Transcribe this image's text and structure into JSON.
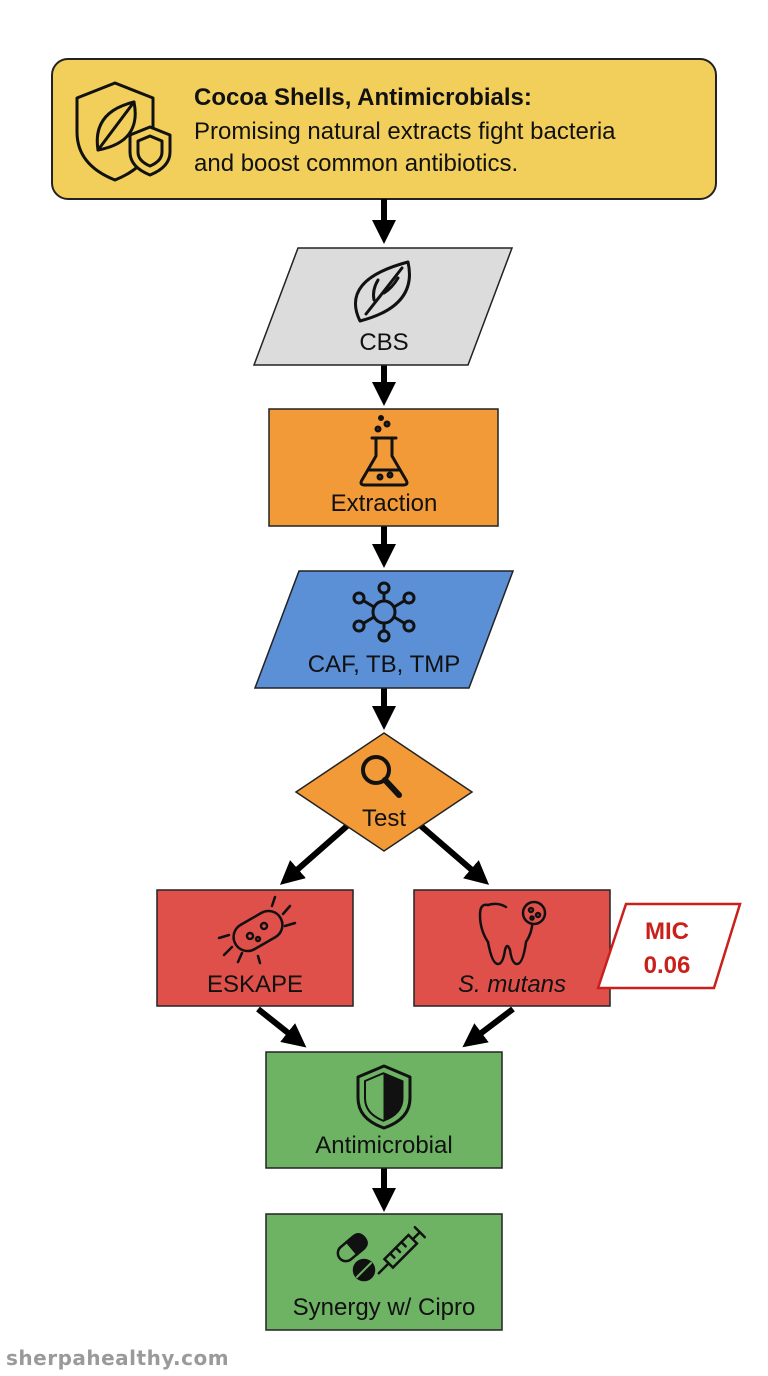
{
  "header": {
    "title": "Cocoa Shells, Antimicrobials:",
    "subtitle_line1": "Promising natural extracts fight bacteria",
    "subtitle_line2": "and boost common antibiotics."
  },
  "nodes": {
    "cbs": "CBS",
    "extraction": "Extraction",
    "compounds": "CAF, TB, TMP",
    "test": "Test",
    "eskape": "ESKAPE",
    "smutans": "S. mutans",
    "antimicrobial": "Antimicrobial",
    "synergy": "Synergy w/ Cipro"
  },
  "callout": {
    "line1": "MIC",
    "line2": "0.06"
  },
  "footer": {
    "site": "sherpahealthy.com"
  },
  "colors": {
    "header_fill": "#f2cf5b",
    "gray_fill": "#dcdcdc",
    "orange_fill": "#f29a38",
    "blue_fill": "#5b8fd6",
    "red_fill": "#e0504b",
    "green_fill": "#6eb264",
    "callout_red": "#c9201c"
  },
  "icons": {
    "header": "shield-leaf-icon",
    "cbs": "cocoa-bean-icon",
    "extraction": "flask-icon",
    "compounds": "molecule-icon",
    "test": "magnifier-icon",
    "eskape": "bacteria-icon",
    "smutans": "tooth-microbe-icon",
    "antimicrobial": "shield-icon",
    "synergy": "pills-syringe-icon"
  }
}
